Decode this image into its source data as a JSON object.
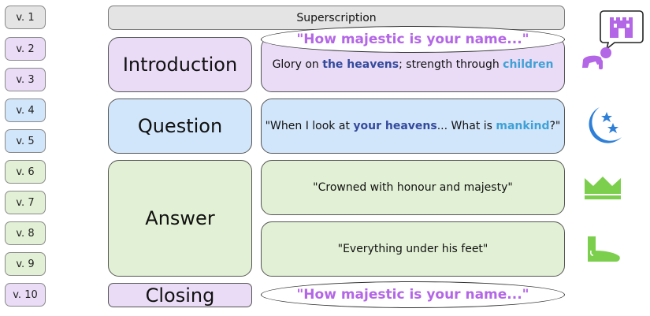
{
  "verses": [
    "v. 1",
    "v. 2",
    "v. 3",
    "v. 4",
    "v. 5",
    "v. 6",
    "v. 7",
    "v. 8",
    "v. 9",
    "v. 10"
  ],
  "superscription": "Superscription",
  "sections": {
    "introduction": "Introduction",
    "question": "Question",
    "answer": "Answer",
    "closing": "Closing"
  },
  "refrain": "\"How majestic is your name...\"",
  "introduction_line": {
    "part1": "Glory on ",
    "kw1": "the heavens",
    "part2": "; strength through ",
    "kw2": "children"
  },
  "question_line": {
    "part1": "\"When I look at ",
    "kw1": "your heavens",
    "part2": "... What is ",
    "kw2": "mankind",
    "part3": "?\""
  },
  "answer_lines": [
    "\"Crowned with honour and majesty\"",
    "\"Everything under his feet\""
  ],
  "colors": {
    "purple_fill": "#eadcf7",
    "blue_fill": "#d2e6fb",
    "green_fill": "#e2f1d5",
    "gray_fill": "#e4e4e4",
    "refrain_text": "#b366e6",
    "keyword_dark_blue": "#344a9c",
    "keyword_light_blue": "#3fa1d6",
    "icon_purple": "#b366e6",
    "icon_blue": "#2e7fd8",
    "icon_green": "#7ccf4d"
  },
  "icons": [
    "castle-speech-bubble-icon",
    "crawling-baby-icon",
    "moon-stars-icon",
    "crown-icon",
    "foot-icon"
  ]
}
